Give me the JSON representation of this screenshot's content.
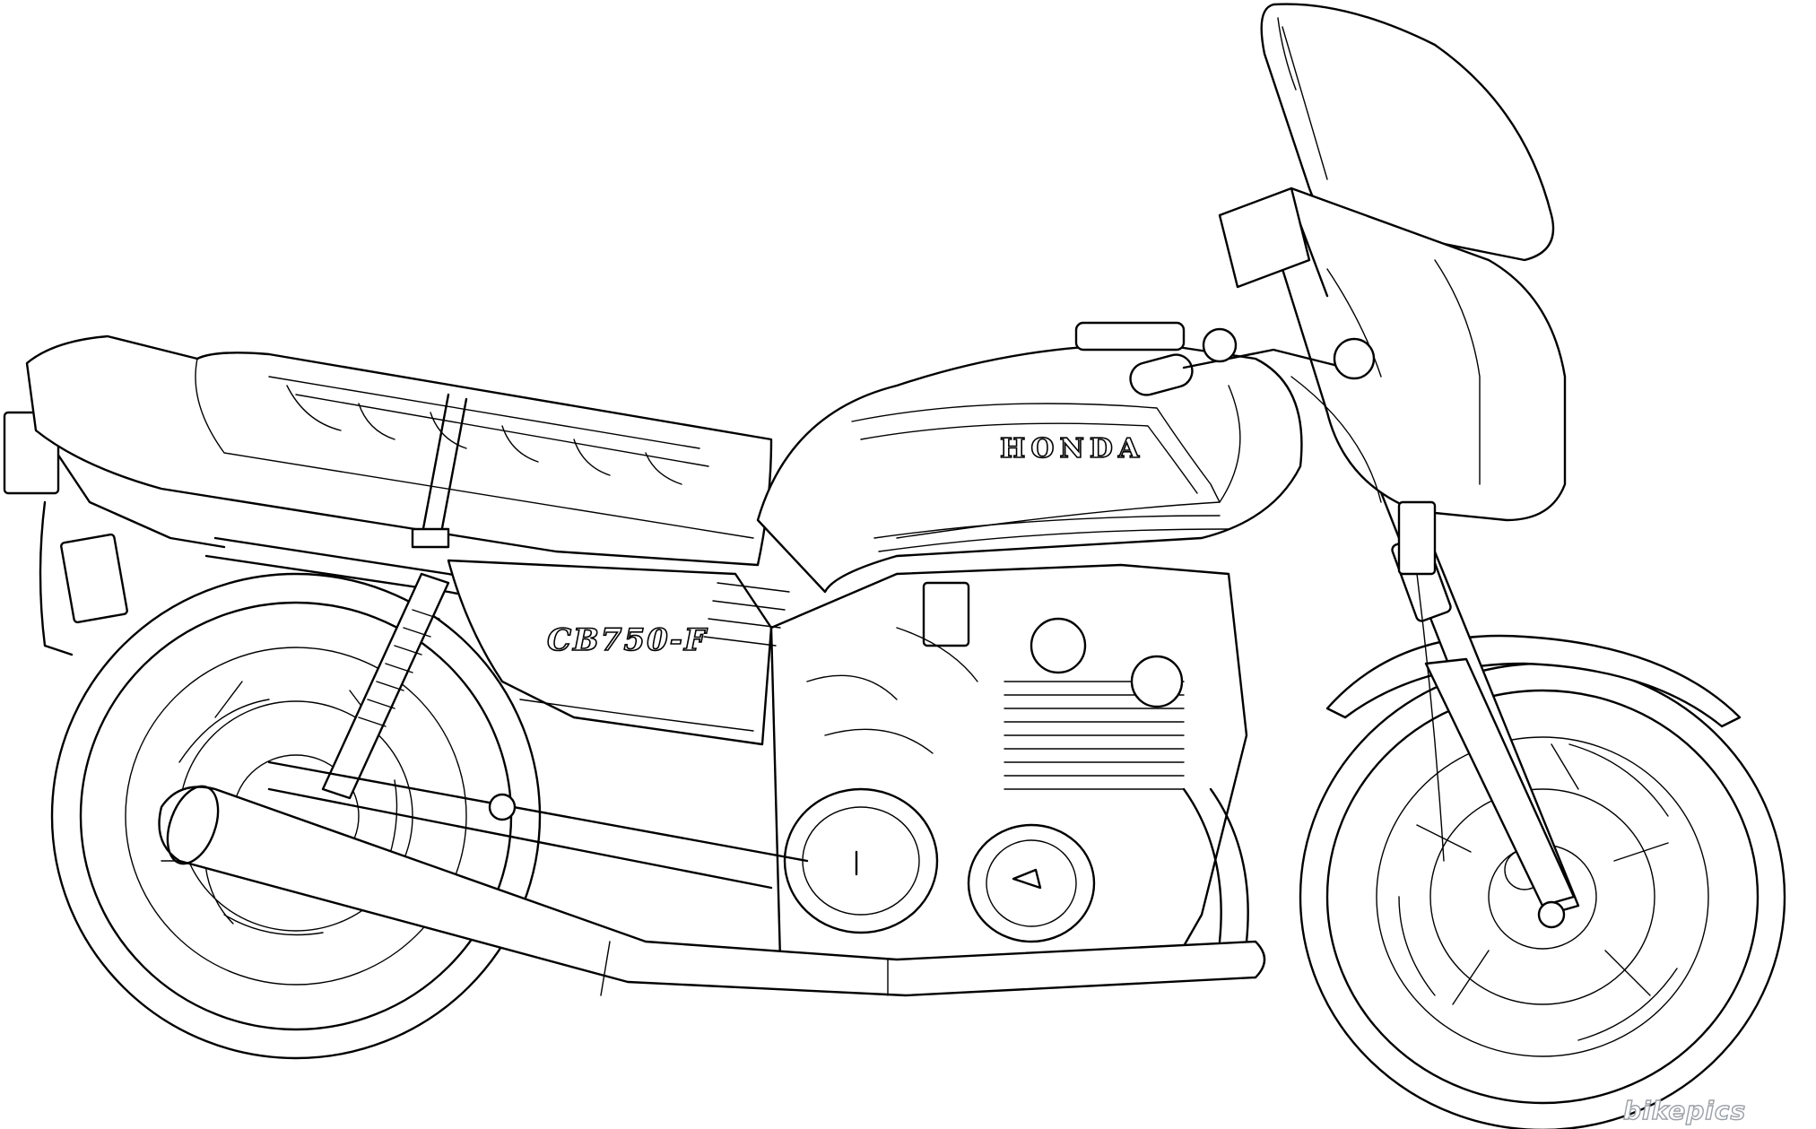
{
  "tank_brand_text": "HONDA",
  "side_cover_model_text": "CB750-F",
  "watermark_text": "bikepics",
  "colors": {
    "line": "#000000",
    "background": "#ffffff",
    "watermark": "#9aa0a6"
  }
}
